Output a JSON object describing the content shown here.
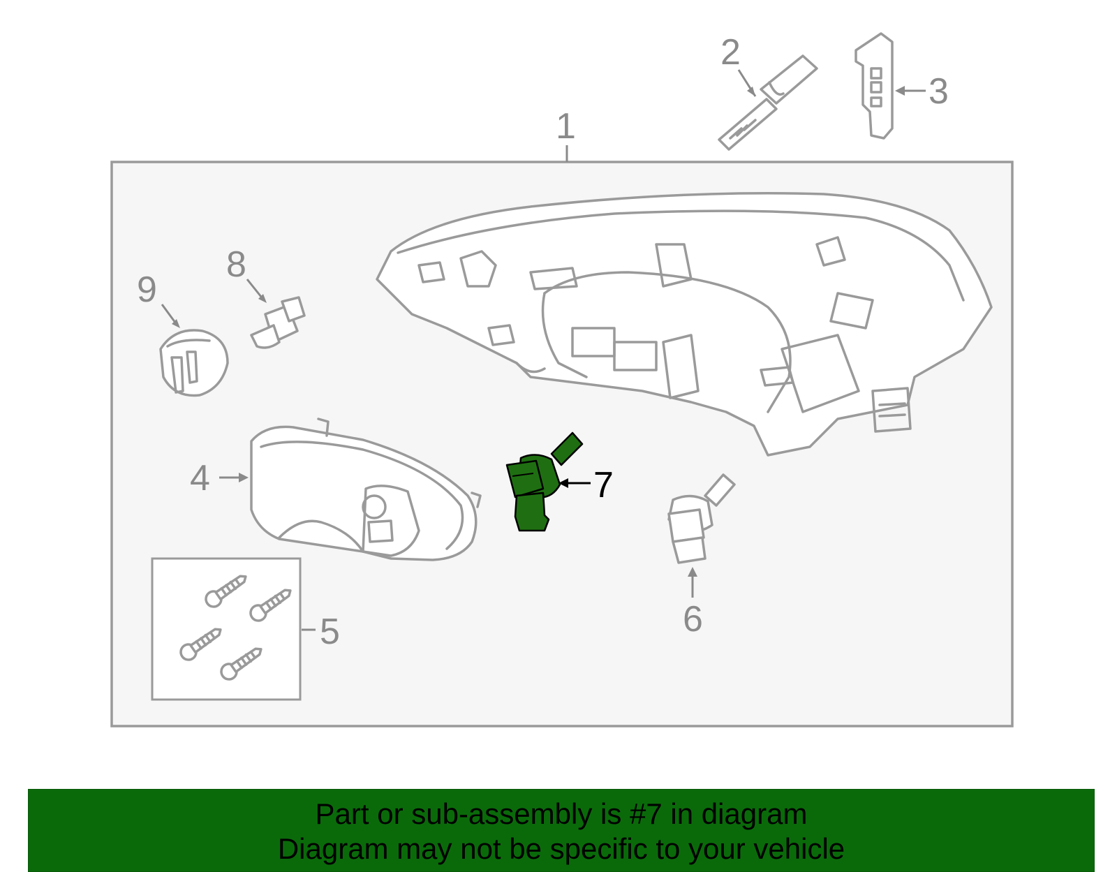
{
  "diagram": {
    "callouts": {
      "c1": "1",
      "c2": "2",
      "c3": "3",
      "c4": "4",
      "c5": "5",
      "c6": "6",
      "c7": "7",
      "c8": "8",
      "c9": "9"
    },
    "highlight_callout": "7",
    "colors": {
      "highlight": "#1f6f12",
      "line": "#9a9a9a",
      "panel": "#f5f5f5",
      "banner": "#0a6a0a"
    }
  },
  "footer": {
    "line1": "Part or sub-assembly is #7 in diagram",
    "line2": "Diagram may not be specific to your vehicle"
  }
}
